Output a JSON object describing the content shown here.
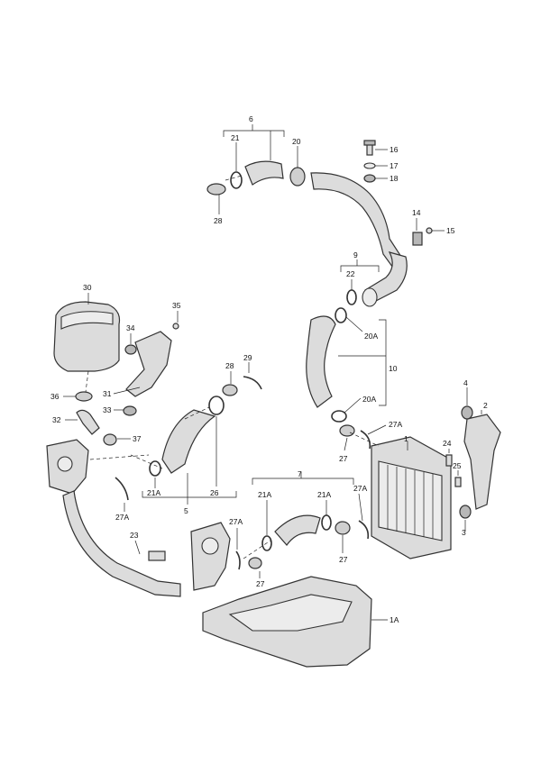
{
  "labels": {
    "l1": "1",
    "l1A": "1A",
    "l2": "2",
    "l3": "3",
    "l4": "4",
    "l5": "5",
    "l6": "6",
    "l7": "7",
    "l9": "9",
    "l10": "10",
    "l14": "14",
    "l15": "15",
    "l16": "16",
    "l17": "17",
    "l18": "18",
    "l20": "20",
    "l20A_a": "20A",
    "l20A_b": "20A",
    "l21": "21",
    "l21A_a": "21A",
    "l21A_b": "21A",
    "l21A_c": "21A",
    "l22": "22",
    "l23": "23",
    "l24": "24",
    "l25": "25",
    "l26": "26",
    "l27_a": "27",
    "l27_b": "27",
    "l27_c": "27",
    "l27A_a": "27A",
    "l27A_b": "27A",
    "l27A_c": "27A",
    "l27A_d": "27A",
    "l28_a": "28",
    "l28_b": "28",
    "l29": "29",
    "l30": "30",
    "l31": "31",
    "l32": "32",
    "l33": "33",
    "l34": "34",
    "l35": "35",
    "l36": "36",
    "l37": "37"
  },
  "colors": {
    "line": "#333333",
    "part_fill": "#dcdcdc",
    "background": "#ffffff"
  }
}
